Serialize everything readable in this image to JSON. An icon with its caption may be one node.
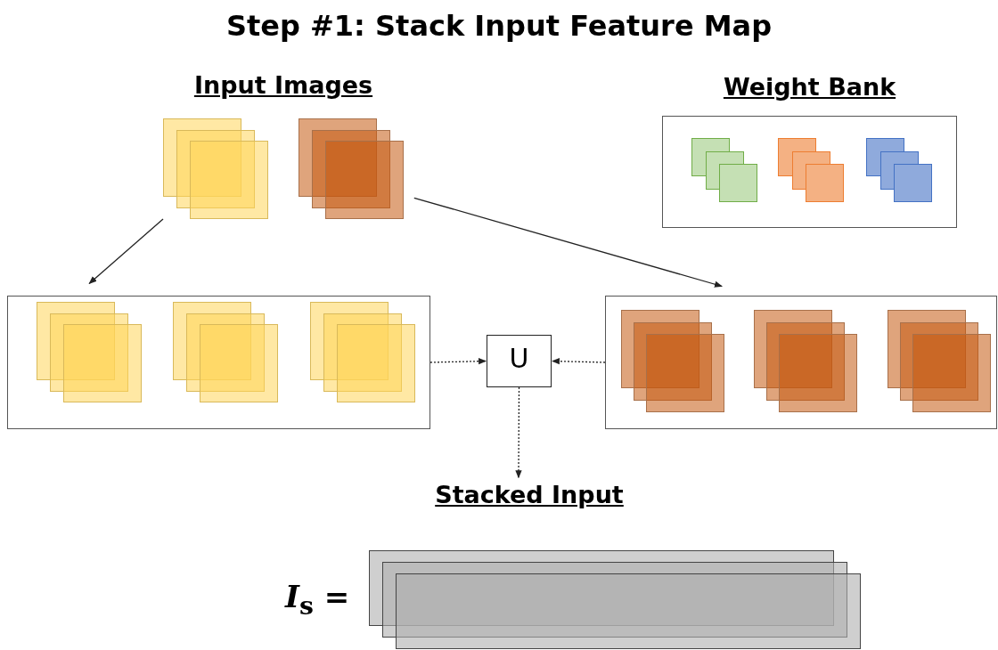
{
  "diagram": {
    "title": "Step #1: Stack Input Feature Map",
    "nodes": [
      {
        "text": [],
        "shape": "box"
      },
      {
        "text": [],
        "shape": "box"
      },
      {
        "text": [
          "Weight Bank"
        ]
      },
      {
        "text": [],
        "shape": "box",
        "in": 2
      },
      {
        "text": [],
        "shape": "box",
        "in": 2
      },
      {
        "text": [],
        "shape": "box",
        "in": 2
      },
      {
        "text": [],
        "shape": "box"
      },
      {
        "text": [],
        "shape": "box",
        "in": 6
      },
      {
        "text": [],
        "shape": "box",
        "in": 6
      },
      {
        "text": [],
        "shape": "box",
        "in": 6
      },
      {
        "text": [
          "U"
        ]
      },
      {
        "text": [],
        "shape": "box"
      },
      {
        "text": [],
        "shape": "box",
        "in": 11
      },
      {
        "text": [],
        "shape": "box",
        "in": 11
      },
      {
        "text": [],
        "shape": "box",
        "in": 11
      },
      {
        "text": [
          "Stacked Input"
        ],
        "beside": [
          "*I*$_{s}$ ="
        ]
      }
    ],
    "edges": [
      {
        "from": 0,
        "to": 6,
        "arrow": "to"
      },
      {
        "from": 1,
        "to": 11,
        "arrow": "to"
      },
      {
        "from": 6,
        "to": 10,
        "arrow": "to",
        "style": "dashed"
      },
      {
        "from": 11,
        "to": 10,
        "arrow": "to",
        "style": "dashed"
      },
      {
        "from": 10,
        "to": 15,
        "arrow": "to",
        "style": "dashed"
      }
    ],
    "labels": [
      "Input Images"
    ]
  }
}
